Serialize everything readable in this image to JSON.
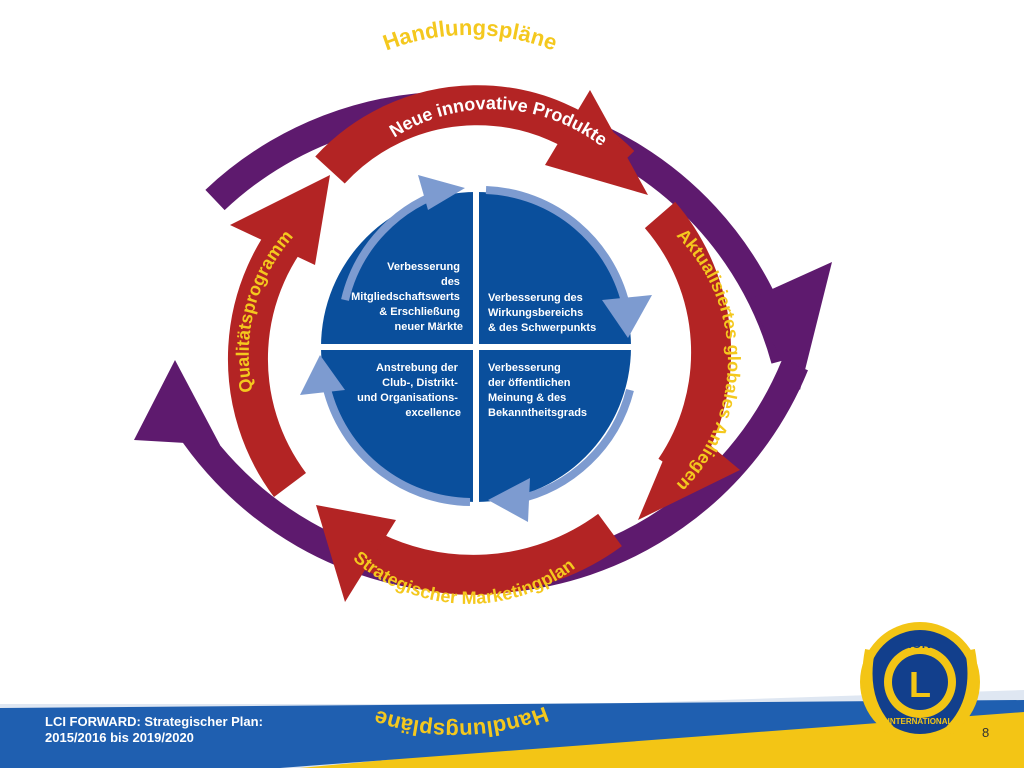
{
  "diagram": {
    "outer_ring": {
      "label_top": "Handlungspläne",
      "label_bottom": "Handlungspläne",
      "color": "#5e1a6e",
      "text_color": "#f4c81e"
    },
    "middle_ring": {
      "color": "#b32424",
      "text_color": "#ffffff",
      "yellow_text_color": "#f4c81e",
      "arrows": [
        {
          "label": "Neue innovative Produkte"
        },
        {
          "label": "Aktualisiertes globales Anliegen"
        },
        {
          "label": "Strategischer Marketingplan"
        },
        {
          "label": "Qualitätsprogramm"
        }
      ]
    },
    "center": {
      "circle_color": "#0a4f9c",
      "arrow_color": "#7d9bd0",
      "quadrants": [
        {
          "lines": [
            "Verbesserung",
            "des",
            "Mitgliedschaftswerts",
            "& Erschließung",
            "neuer Märkte"
          ]
        },
        {
          "lines": [
            "Verbesserung des",
            "Wirkungsbereichs",
            "& des Schwerpunkts"
          ]
        },
        {
          "lines": [
            "Anstrebung der",
            "Club-, Distrikt-",
            "und Organisations-",
            "excellence"
          ]
        },
        {
          "lines": [
            "Verbesserung",
            "der öffentlichen",
            "Meinung & des",
            "Bekanntheitsgrads"
          ]
        }
      ]
    }
  },
  "footer": {
    "title_line1": "LCI FORWARD: Strategischer Plan:",
    "title_line2": "2015/2016 bis 2019/2020",
    "page_number": "8",
    "band_blue": "#1f5fb0",
    "band_gold": "#f3c515"
  },
  "logo": {
    "top_text": "LIONS",
    "center_letter": "L",
    "bottom_text": "INTERNATIONAL",
    "gold": "#f3c515",
    "blue": "#123f8c"
  }
}
